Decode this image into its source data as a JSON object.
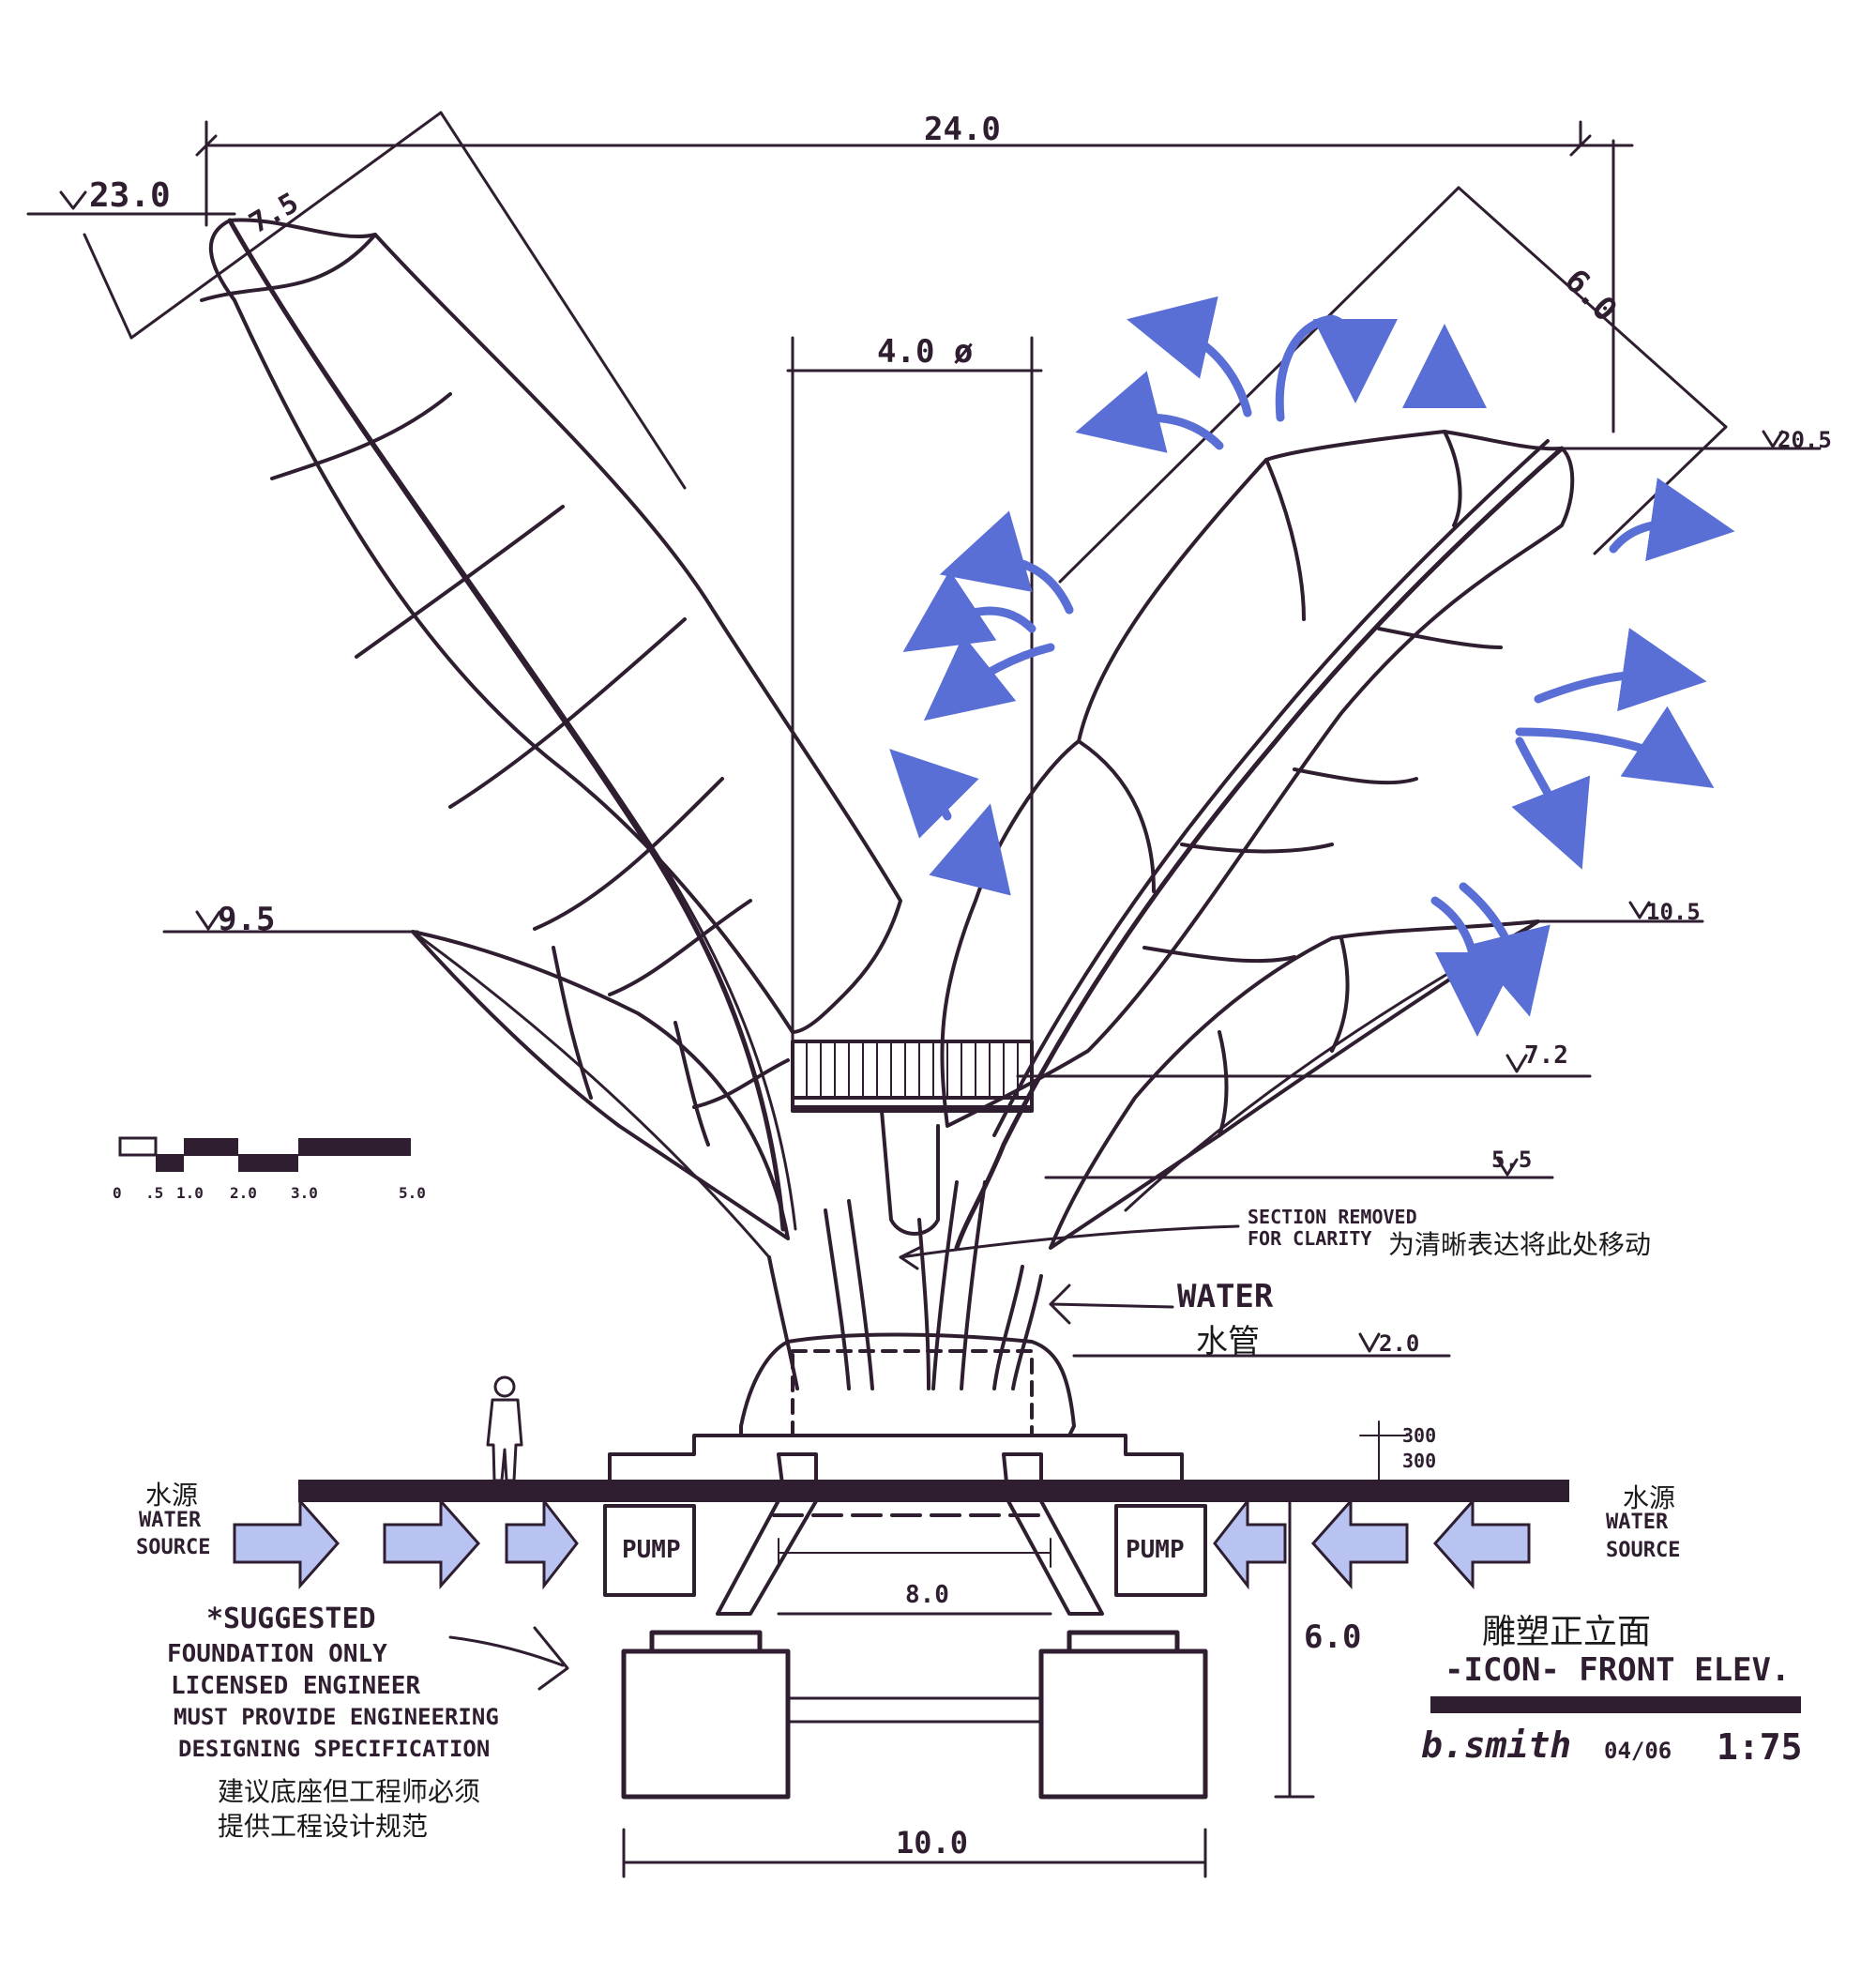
{
  "dimensions": {
    "overall_width": "24.0",
    "left_leaf_length": "7.5",
    "right_leaf_length": "6.0",
    "platform_diameter": "4.0 ø",
    "pipe_spacing": "8.0",
    "footing_span": "10.0",
    "footing_depth": "6.0",
    "base_tier_1": "300",
    "base_tier_2": "300"
  },
  "levels": {
    "l1": "23.0",
    "l2": "20.5",
    "l3": "10.5",
    "l4": "9.5",
    "l5": "7.2",
    "l6": "5.5",
    "l7": "2.0"
  },
  "scale_bar": {
    "ticks": [
      "0",
      ".5",
      "1.0",
      "2.0",
      "3.0",
      "5.0"
    ]
  },
  "notes": {
    "section_removed_en_1": "SECTION REMOVED",
    "section_removed_en_2": "FOR CLARITY",
    "section_removed_cn": "为清晰表达将此处移动",
    "water_en": "WATER",
    "water_cn": "水管",
    "water_source_cn_left": "水源",
    "water_source_en_left_1": "WATER",
    "water_source_en_left_2": "SOURCE",
    "water_source_cn_right": "水源",
    "water_source_en_right_1": "WATER",
    "water_source_en_right_2": "SOURCE",
    "pump_left": "PUMP",
    "pump_right": "PUMP",
    "foundation_en_1": "*SUGGESTED",
    "foundation_en_2": "FOUNDATION ONLY",
    "foundation_en_3": "LICENSED ENGINEER",
    "foundation_en_4": "MUST PROVIDE ENGINEERING",
    "foundation_en_5": "DESIGNING SPECIFICATION",
    "foundation_cn_1": "建议底座但工程师必须",
    "foundation_cn_2": "提供工程设计规范"
  },
  "title_block": {
    "title_cn": "雕塑正立面",
    "title_en": "-ICON- FRONT ELEV.",
    "author": "b.smith",
    "date": "04/06",
    "scale": "1:75"
  },
  "colors": {
    "ink": "#2e1e30",
    "water_arrow": "#5a6fd6",
    "water_arrow_light": "#b9c3f2"
  },
  "icons": [
    "human-figure-icon",
    "water-arrow-icon",
    "flow-arrow-icon"
  ]
}
